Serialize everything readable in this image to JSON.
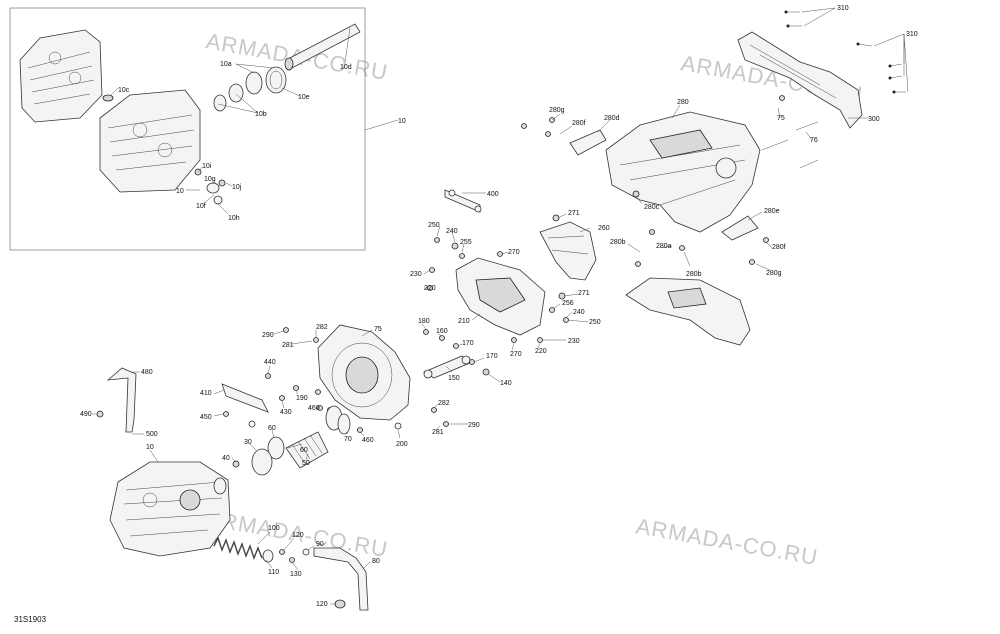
{
  "diagram_code": "31S1903",
  "watermark": "ARMADA-CO.RU",
  "callouts": {
    "c10_box": "10",
    "c10c": "10c",
    "c10d": "10d",
    "c10a": "10a",
    "c10e": "10e",
    "c10b": "10b",
    "c10i": "10i",
    "c10_small": "10",
    "c10g": "10g",
    "c10j": "10j",
    "c10f": "10f",
    "c10h": "10h",
    "c310a": "310",
    "c310b": "310",
    "c300": "300",
    "c280": "280",
    "c280g_top": "280g",
    "c280f_top": "280f",
    "c280d": "280d",
    "c75_top": "75",
    "c76": "76",
    "c280c": "280c",
    "c280e": "280e",
    "c280b_left": "280b",
    "c280a": "280a",
    "c280f_right": "280f",
    "c280b_bottom": "280b",
    "c280g_right": "280g",
    "c400": "400",
    "c271_top": "271",
    "c250_top": "250",
    "c240_top": "240",
    "c260": "260",
    "c255": "255",
    "c270_top": "270",
    "c230_left": "230",
    "c220_left": "220",
    "c271_mid": "271",
    "c256": "256",
    "c240_mid": "240",
    "c250_mid": "250",
    "c210": "210",
    "c220_right": "220",
    "c230_right": "230",
    "c270_bottom": "270",
    "c180": "180",
    "c160": "160",
    "c170_a": "170",
    "c170_b": "170",
    "c150": "150",
    "c140": "140",
    "c290_left": "290",
    "c282_top": "282",
    "c281_left": "281",
    "c75_mid": "75",
    "c440": "440",
    "c410": "410",
    "c190": "190",
    "c430": "430",
    "c450": "450",
    "c480": "480",
    "c490": "490",
    "c500": "500",
    "c460_a": "460",
    "c282_bottom": "282",
    "c281_right": "281",
    "c290_right": "290",
    "c70": "70",
    "c460_b": "460",
    "c200": "200",
    "c60_a": "60",
    "c30": "30",
    "c60_b": "60",
    "c40": "40",
    "c50": "50",
    "c10_main": "10",
    "c100": "100",
    "c120_a": "120",
    "c90": "90",
    "c110": "110",
    "c130": "130",
    "c80": "80",
    "c120_b": "120"
  },
  "icons": [
    "engine-block-icon",
    "drive-shaft-icon",
    "bearing-ring-icon",
    "bolt-icon",
    "cover-panel-icon",
    "gearbox-housing-icon",
    "bellows-icon",
    "spring-icon",
    "hose-icon",
    "bracket-icon"
  ]
}
